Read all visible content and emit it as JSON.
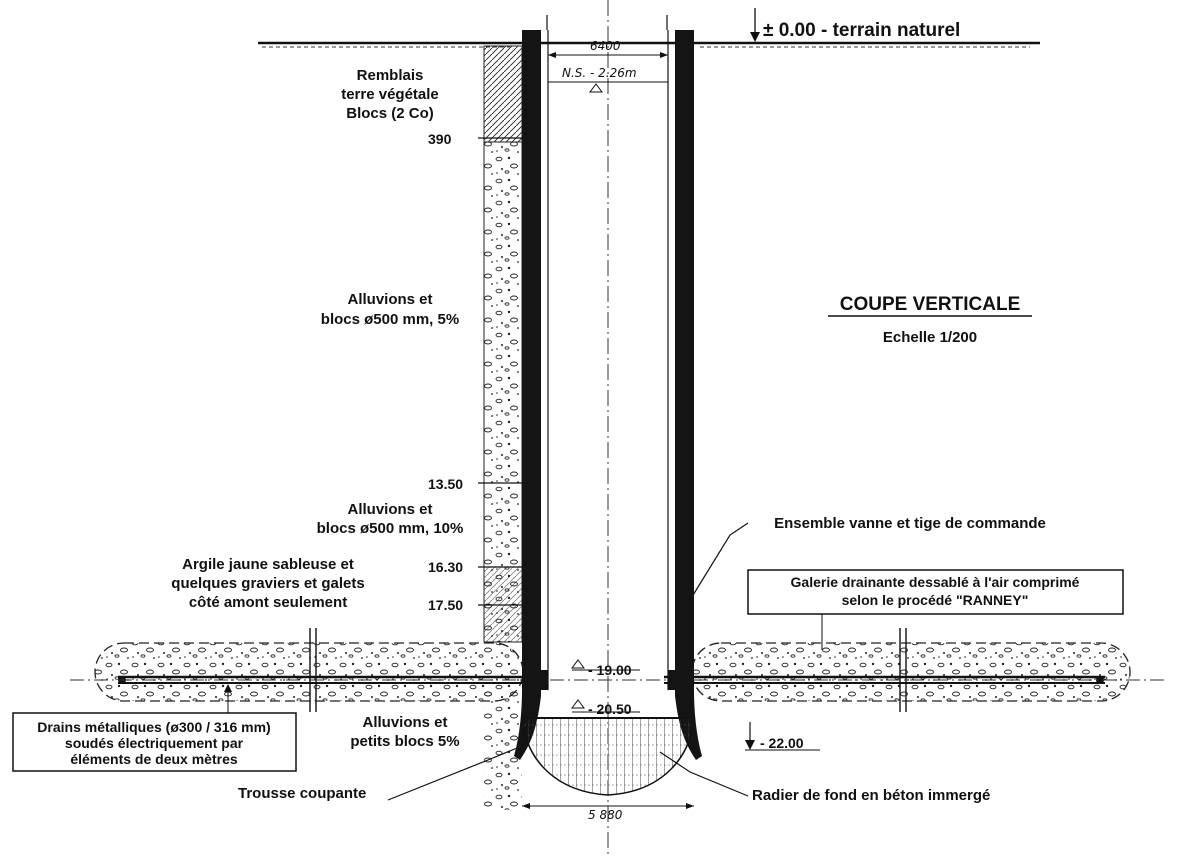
{
  "title": "COUPE VERTICALE",
  "scale": "Echelle 1/200",
  "ground_label": "± 0.00 - terrain naturel",
  "diameter_top": "6400",
  "water_level": "N.S. - 2.26m",
  "diameter_bottom": "5 880",
  "layers": {
    "backfill": [
      "Remblais",
      "terre végétale",
      "Blocs (2 Co)"
    ],
    "alluvium_5": [
      "Alluvions et",
      "blocs ø500 mm, 5%"
    ],
    "alluvium_10": [
      "Alluvions et",
      "blocs ø500 mm, 10%"
    ],
    "clay": [
      "Argile jaune sableuse et",
      "quelques graviers et galets",
      "côté amont seulement"
    ],
    "small_blocks": [
      "Alluvions et",
      "petits blocs 5%"
    ]
  },
  "depths": {
    "d390": "390",
    "d1350": "13.50",
    "d1630": "16.30",
    "d1750": "17.50",
    "d1900": "- 19.00",
    "d2050": "- 20.50",
    "d2200": "- 22.00"
  },
  "callouts": {
    "valve": "Ensemble vanne et tige de commande",
    "gallery": [
      "Galerie drainante dessablé à l'air comprimé",
      "selon le procédé \"RANNEY\""
    ],
    "drains": [
      "Drains métalliques (ø300 / 316 mm)",
      "soudés électriquement par",
      "éléments de deux mètres"
    ],
    "cutting_shoe": "Trousse coupante",
    "raft": "Radier de fond en béton immergé"
  },
  "colors": {
    "ink": "#111111",
    "wall": "#141414",
    "paper": "#ffffff"
  }
}
